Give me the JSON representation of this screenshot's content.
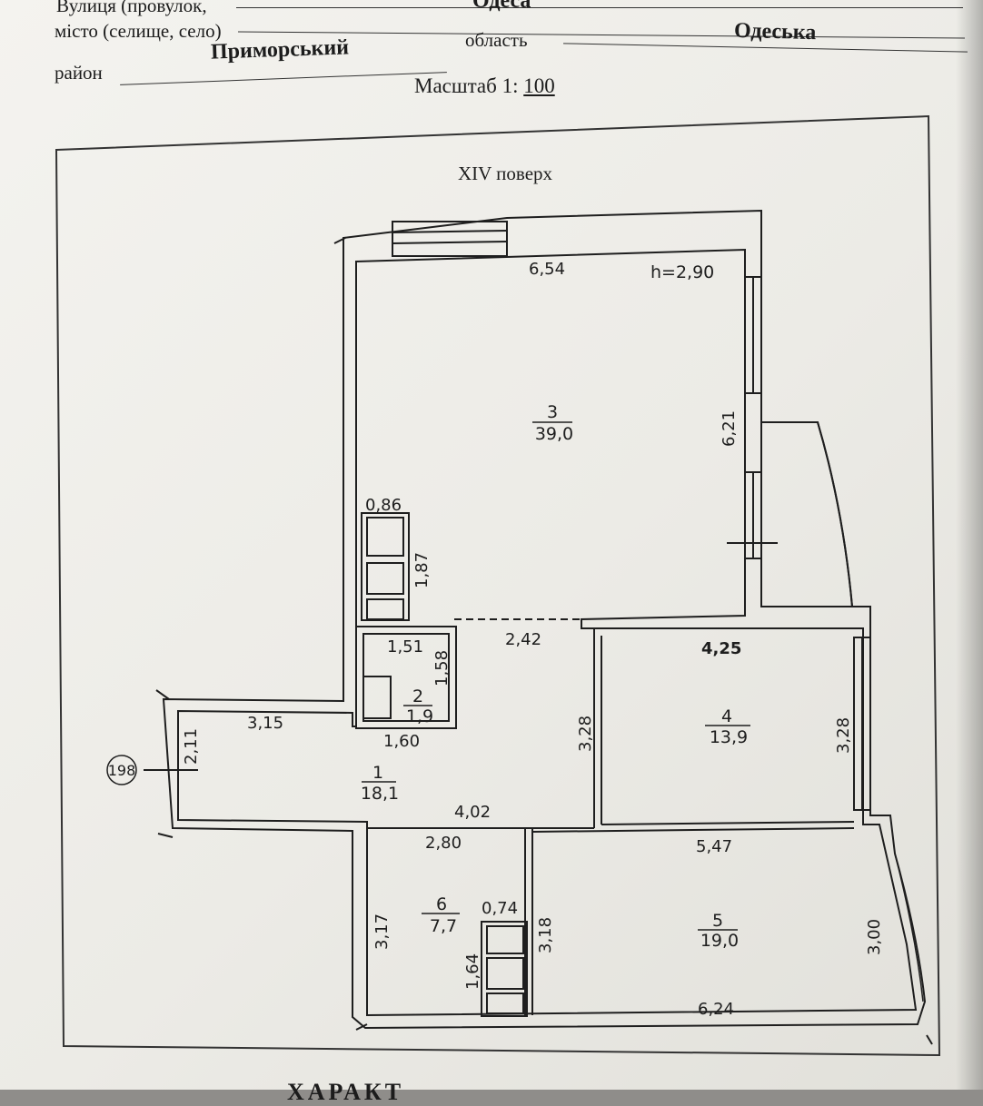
{
  "header": {
    "street_label": "Вулиця (провулок,",
    "city_label": "місто (селище, село)",
    "city_value": "Одеса",
    "district_label": "район",
    "district_value": "Приморський",
    "region_label": "область",
    "region_value": "Одеська",
    "scale_label": "Масштаб 1:",
    "scale_value": "100"
  },
  "plan": {
    "floor_title": "XIV поверх",
    "ceiling_height": "h=2,90",
    "marker": "198",
    "rooms": [
      {
        "number": "1",
        "area": "18,1"
      },
      {
        "number": "2",
        "area": "1,9"
      },
      {
        "number": "3",
        "area": "39,0"
      },
      {
        "number": "4",
        "area": "13,9"
      },
      {
        "number": "5",
        "area": "19,0"
      },
      {
        "number": "6",
        "area": "7,7"
      }
    ],
    "dimensions": {
      "d_654": "6,54",
      "d_621": "6,21",
      "d_086": "0,86",
      "d_187": "1,87",
      "d_242": "2,42",
      "d_425": "4,25",
      "d_151": "1,51",
      "d_158": "1,58",
      "d_315": "3,15",
      "d_160": "1,60",
      "d_328a": "3,28",
      "d_328b": "3,28",
      "d_211": "2,11",
      "d_402": "4,02",
      "d_280": "2,80",
      "d_547": "5,47",
      "d_074": "0,74",
      "d_317": "3,17",
      "d_318": "3,18",
      "d_164": "1,64",
      "d_300": "3,00",
      "d_624": "6,24"
    }
  },
  "footer_fragment": "ХАРАКТ"
}
